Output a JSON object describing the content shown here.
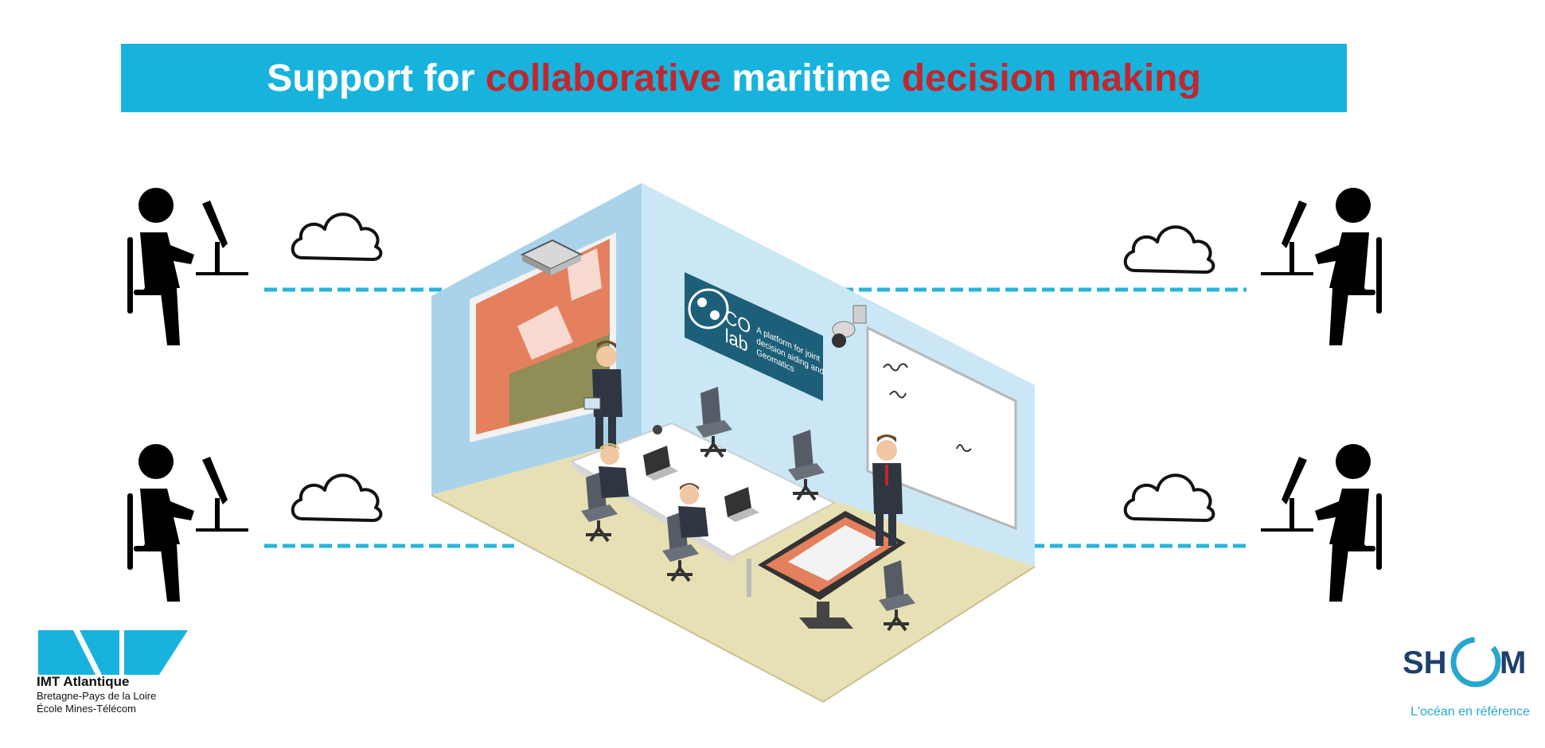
{
  "title": {
    "parts": [
      {
        "text": "Support for ",
        "highlight": false
      },
      {
        "text": "collaborative",
        "highlight": true
      },
      {
        "text": " maritime ",
        "highlight": false
      },
      {
        "text": "decision making",
        "highlight": true
      }
    ]
  },
  "colors": {
    "banner": "#17b3dc",
    "highlight": "#c1272d",
    "link_dash": "#27b4dc",
    "room_wall": "#a9d3ea",
    "room_floor": "#e7e0b4",
    "poster": "#1d5f78"
  },
  "remote_users": [
    {
      "position": "top-left",
      "icon": "seated-computer-user-icon"
    },
    {
      "position": "bottom-left",
      "icon": "seated-computer-user-icon"
    },
    {
      "position": "top-right",
      "icon": "seated-computer-user-icon"
    },
    {
      "position": "bottom-right",
      "icon": "seated-computer-user-icon"
    }
  ],
  "poster": {
    "logo_line1": "CO",
    "logo_line2": "lab",
    "tagline_line1": "A platform for joint",
    "tagline_line2": "decision aiding and",
    "tagline_line3": "Geomatics"
  },
  "logos": {
    "imt": {
      "name": "IMT Atlantique",
      "line2": "Bretagne-Pays de la Loire",
      "line3": "École Mines-Télécom"
    },
    "shom": {
      "mark": "SHOM",
      "tagline": "L'océan en référence"
    }
  }
}
